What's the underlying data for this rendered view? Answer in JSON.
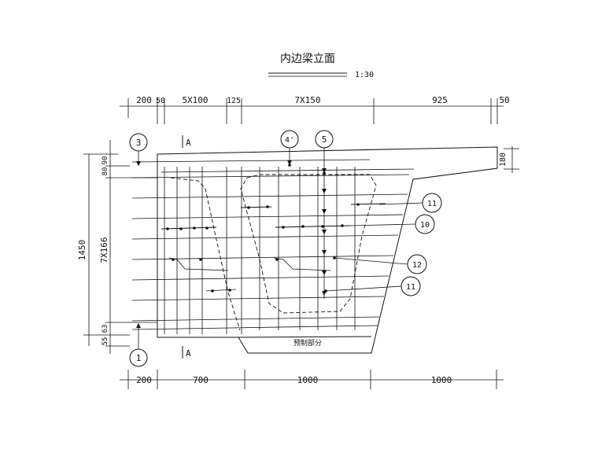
{
  "title": "内边梁立面",
  "scale": "1:30",
  "top_dims": [
    "200",
    "50",
    "5X100",
    "125",
    "7X150",
    "925",
    "50"
  ],
  "bottom_dims": [
    "200",
    "700",
    "1000",
    "1000"
  ],
  "left_dims": {
    "total": "1450",
    "top_a": "80",
    "top_b": "90",
    "middle": "7X166",
    "bottom_a": "63",
    "bottom_b": "55"
  },
  "right_dim": "180",
  "section_marks": [
    "A",
    "A"
  ],
  "callouts": [
    "3",
    "4'",
    "5",
    "11",
    "10",
    "12",
    "11",
    "1"
  ],
  "precast_label": "预制部分"
}
